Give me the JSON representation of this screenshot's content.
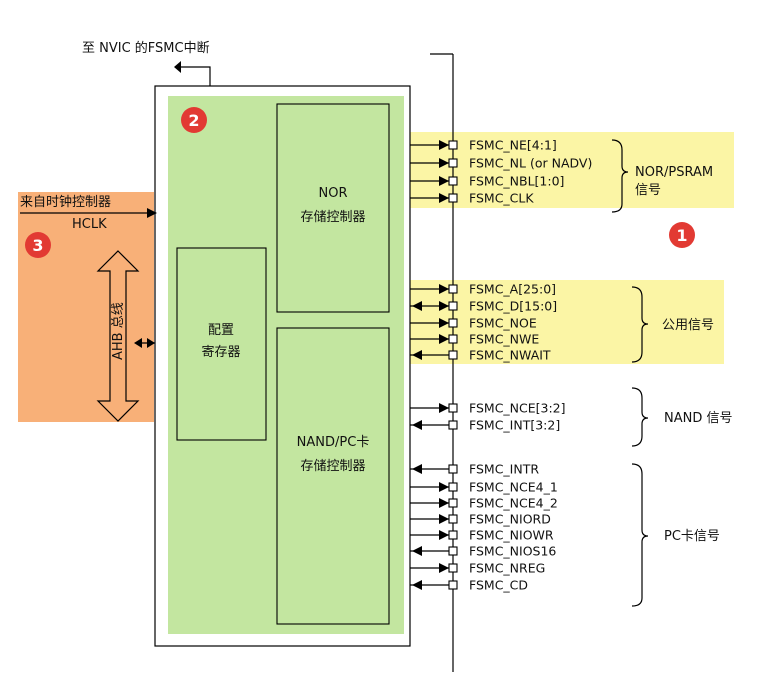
{
  "title_interrupt": "至 NVIC 的FSMC中断",
  "clock": {
    "title": "来自时钟控制器",
    "hclk": "HCLK"
  },
  "ahb_bus": "AHB 总线",
  "badges": {
    "one": "1",
    "two": "2",
    "three": "3"
  },
  "blocks": {
    "nor_line1": "NOR",
    "nor_line2": "存储控制器",
    "config_line1": "配置",
    "config_line2": "寄存器",
    "nand_line1": "NAND/PC卡",
    "nand_line2": "存储控制器"
  },
  "groups": {
    "nor_line1": "NOR/PSRAM",
    "nor_line2": "信号",
    "common": "公用信号",
    "nand": "NAND 信号",
    "pc": "PC卡信号"
  },
  "signals": {
    "ne": "FSMC_NE[4:1]",
    "nl": "FSMC_NL (or NADV)",
    "nbl": "FSMC_NBL[1:0]",
    "clk": "FSMC_CLK",
    "a": "FSMC_A[25:0]",
    "d": "FSMC_D[15:0]",
    "noe": "FSMC_NOE",
    "nwe": "FSMC_NWE",
    "nwait": "FSMC_NWAIT",
    "nce32": "FSMC_NCE[3:2]",
    "int32": "FSMC_INT[3:2]",
    "intr": "FSMC_INTR",
    "nce4_1": "FSMC_NCE4_1",
    "nce4_2": "FSMC_NCE4_2",
    "niord": "FSMC_NIORD",
    "niowr": "FSMC_NIOWR",
    "nios16": "FSMC_NIOS16",
    "nreg": "FSMC_NREG",
    "cd": "FSMC_CD"
  },
  "colors": {
    "inner_green": "#c3e6a0",
    "orange": "#f8b078",
    "yellow": "#fbf5a5",
    "badge_red": "#e23a33"
  }
}
